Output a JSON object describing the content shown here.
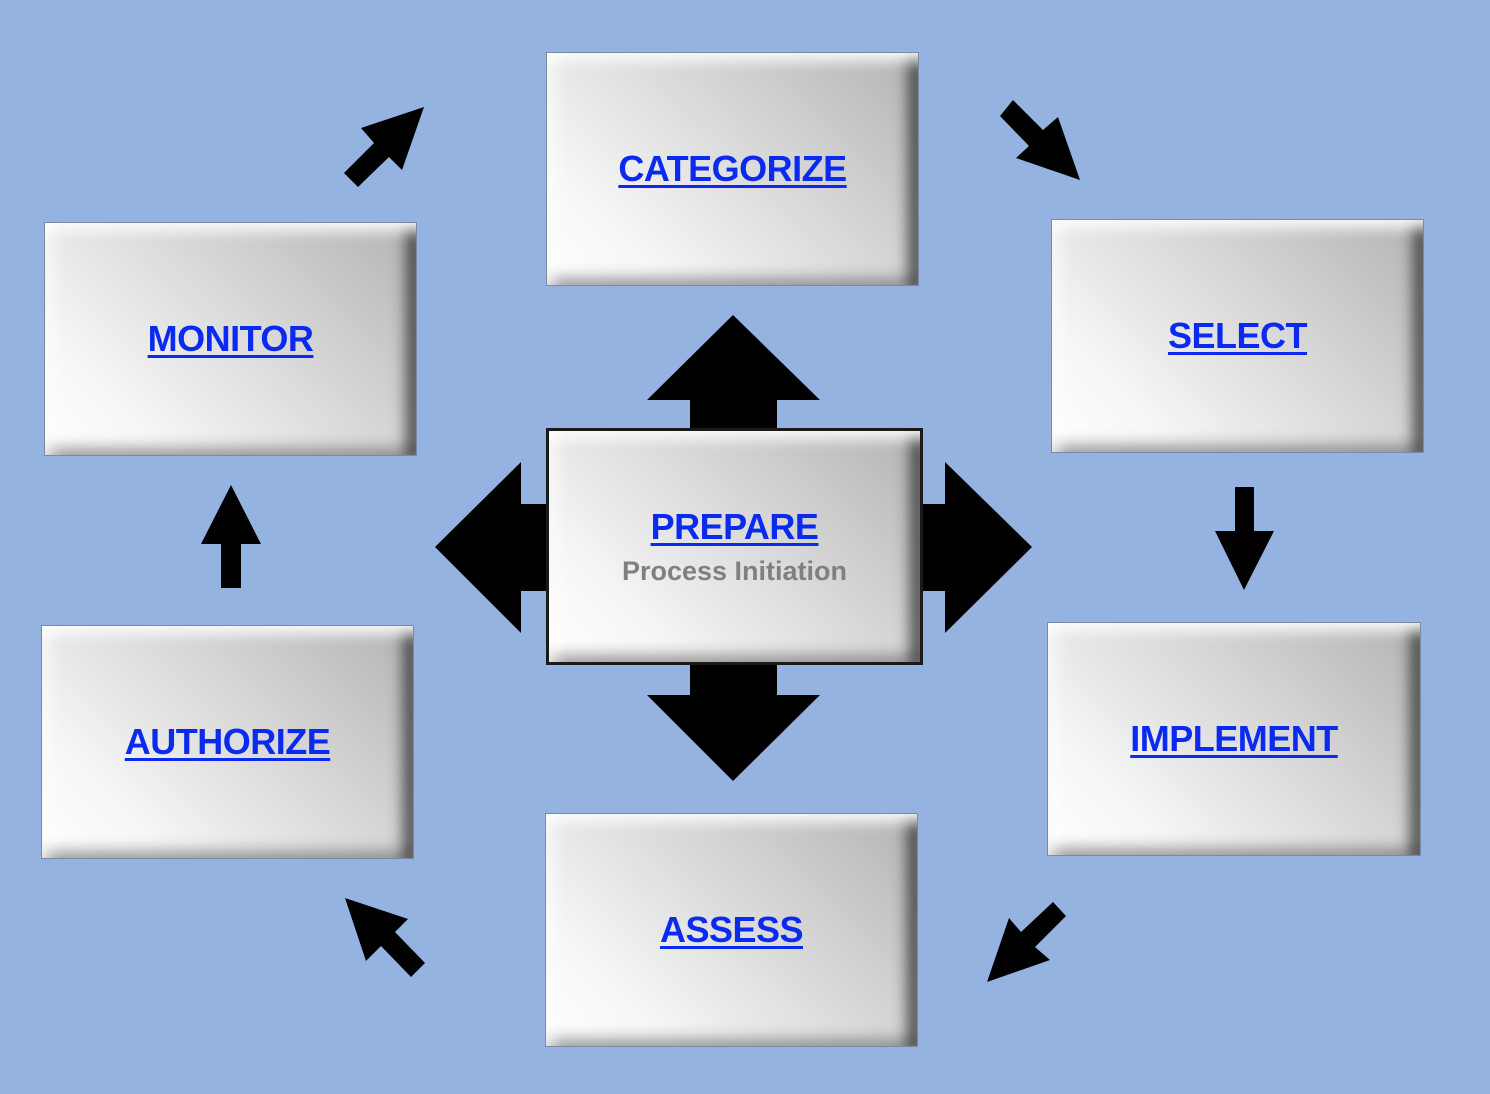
{
  "diagram": {
    "title": "Risk Management Framework Steps",
    "background_color": "#95b3e0",
    "link_color": "#0a2bef",
    "subtitle_color": "#808080",
    "center": {
      "label": "PREPARE",
      "sublabel": "Process Initiation"
    },
    "steps": [
      {
        "id": "categorize",
        "label": "CATEGORIZE"
      },
      {
        "id": "select",
        "label": "SELECT"
      },
      {
        "id": "implement",
        "label": "IMPLEMENT"
      },
      {
        "id": "assess",
        "label": "ASSESS"
      },
      {
        "id": "authorize",
        "label": "AUTHORIZE"
      },
      {
        "id": "monitor",
        "label": "MONITOR"
      }
    ],
    "flow": [
      {
        "from": "categorize",
        "to": "select",
        "icon": "arrow-down-right-icon"
      },
      {
        "from": "select",
        "to": "implement",
        "icon": "arrow-down-icon"
      },
      {
        "from": "implement",
        "to": "assess",
        "icon": "arrow-down-left-icon"
      },
      {
        "from": "assess",
        "to": "authorize",
        "icon": "arrow-up-left-icon"
      },
      {
        "from": "authorize",
        "to": "monitor",
        "icon": "arrow-up-icon"
      },
      {
        "from": "monitor",
        "to": "categorize",
        "icon": "arrow-up-right-icon"
      }
    ],
    "center_connector_icon": "four-way-arrow-icon"
  }
}
